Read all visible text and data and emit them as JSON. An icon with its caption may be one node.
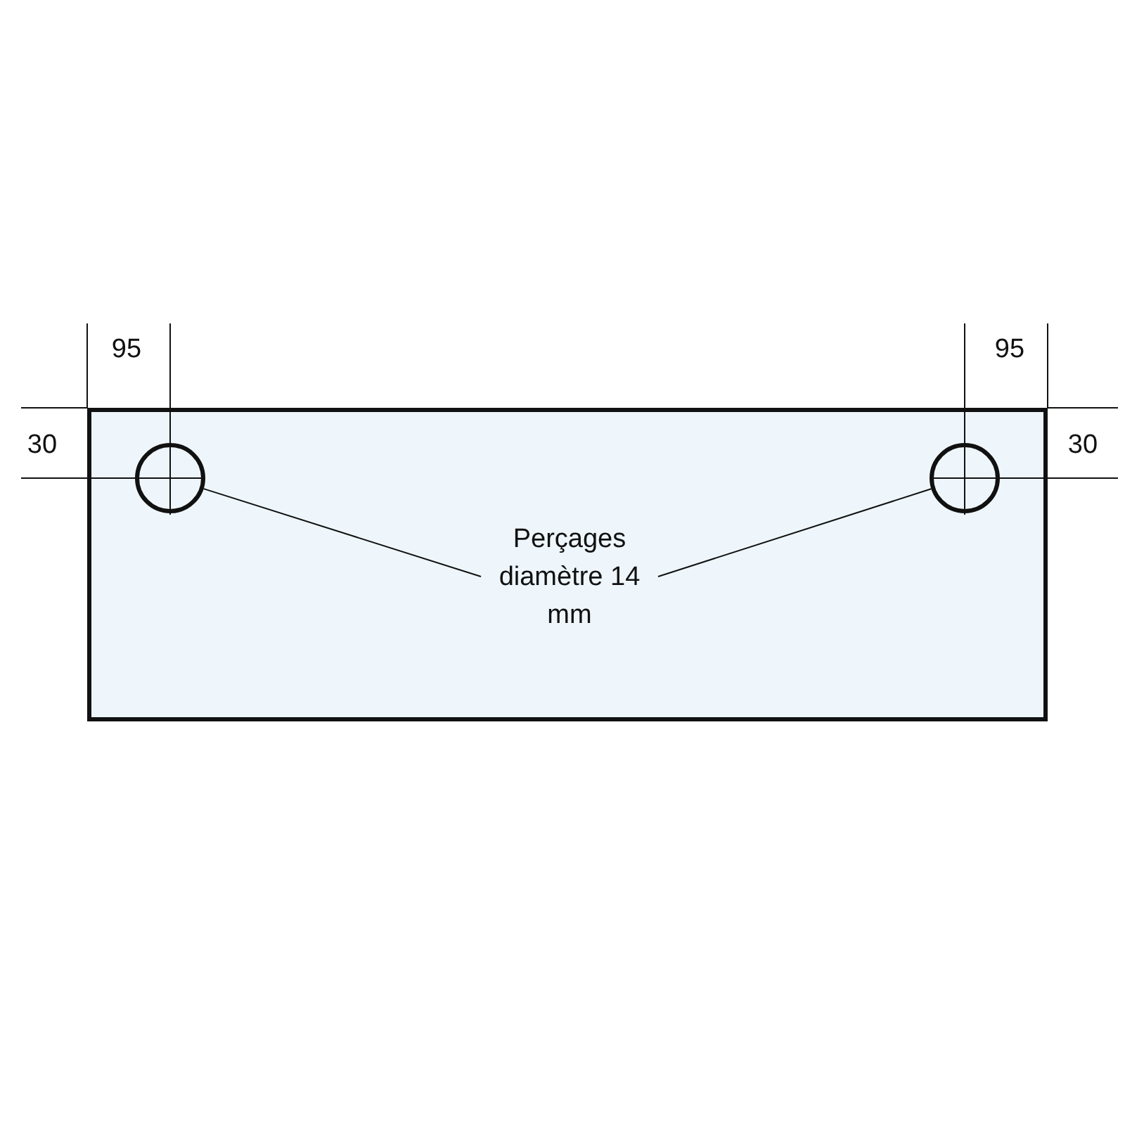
{
  "diagram": {
    "nodes": [
      {
        "text": [],
        "shape": "box"
      },
      {
        "text": [],
        "shape": "circle",
        "in": 0
      },
      {
        "text": [],
        "shape": "circle",
        "in": 0
      },
      {
        "text": [
          "Perçages diamètre 14 mm"
        ],
        "in": 0
      }
    ],
    "edges": [
      {
        "from": 3,
        "to": 1,
        "arrow": "none"
      },
      {
        "from": 3,
        "to": 2,
        "arrow": "none"
      }
    ],
    "labels": [
      "95",
      "95",
      "30",
      "30"
    ]
  }
}
